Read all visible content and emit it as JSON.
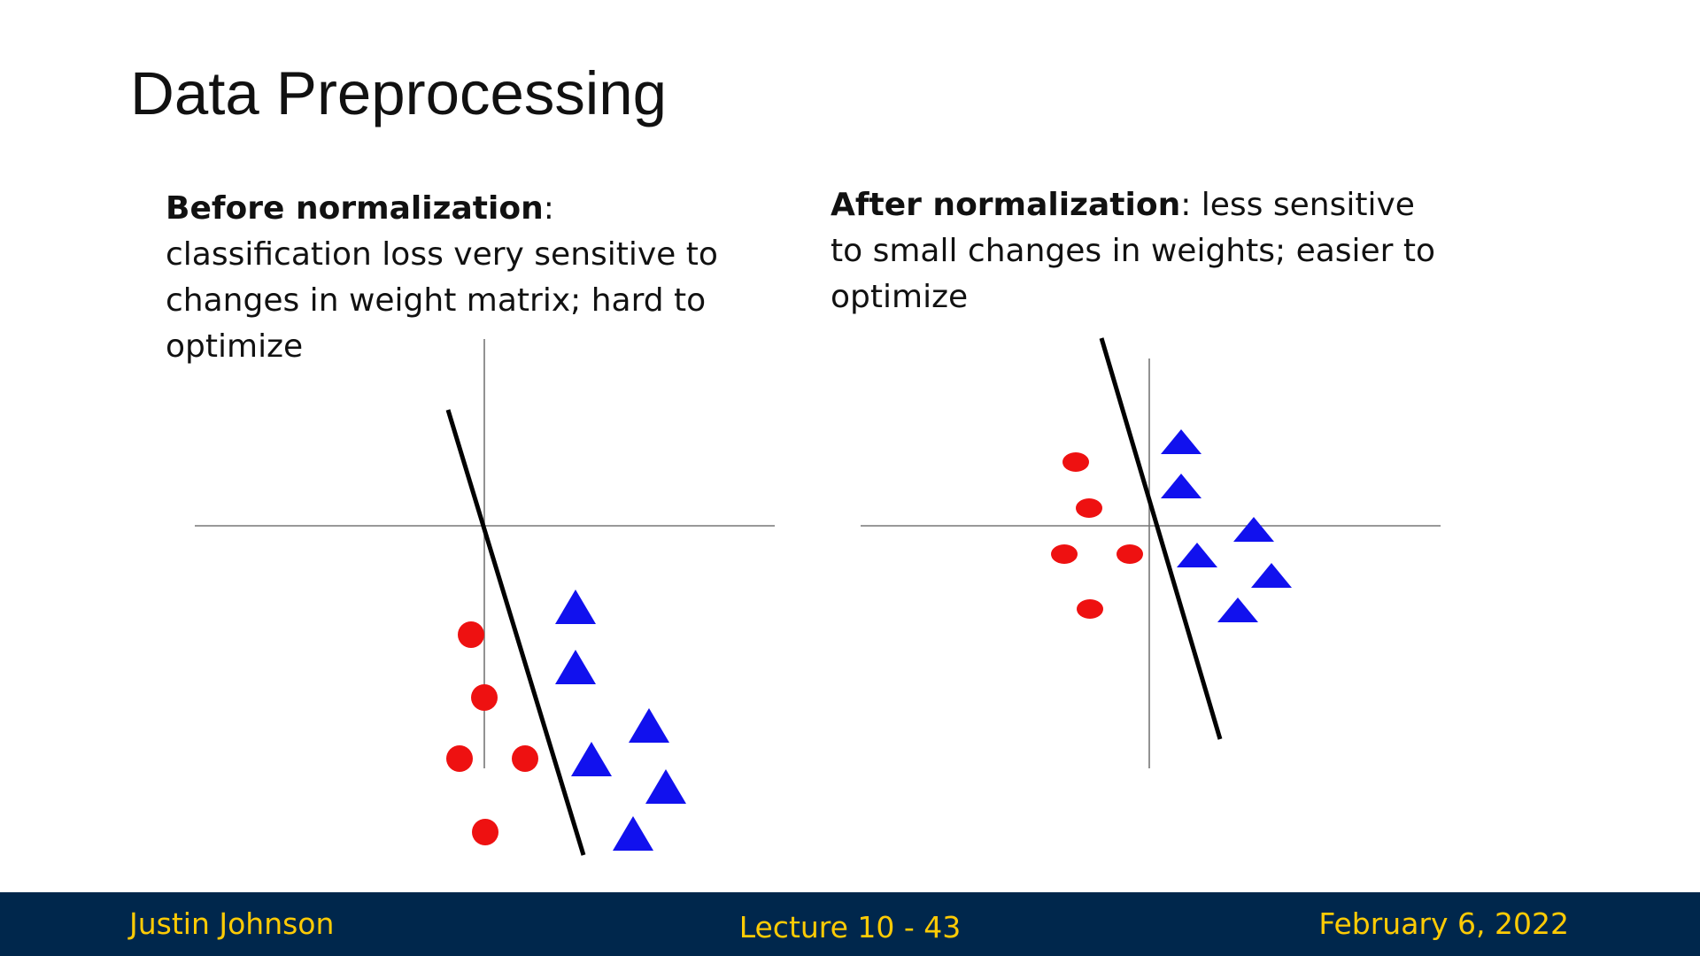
{
  "slide": {
    "title": "Data Preprocessing"
  },
  "left_panel": {
    "caption_bold": "Before normalization",
    "caption_rest": ": classification loss very sensitive to changes in weight matrix; hard to optimize"
  },
  "right_panel": {
    "caption_bold": "After normalization",
    "caption_rest": ": less sensitive to small changes in weights; easier to optimize"
  },
  "colors": {
    "circle": "#ee1111",
    "triangle": "#1111ee",
    "axis": "#777777",
    "boundary": "#000000",
    "footer_bg": "#00274c",
    "footer_text": "#ffcb05"
  },
  "footer": {
    "author": "Justin Johnson",
    "lecture": "Lecture 10 - 43",
    "date": "February 6, 2022"
  }
}
